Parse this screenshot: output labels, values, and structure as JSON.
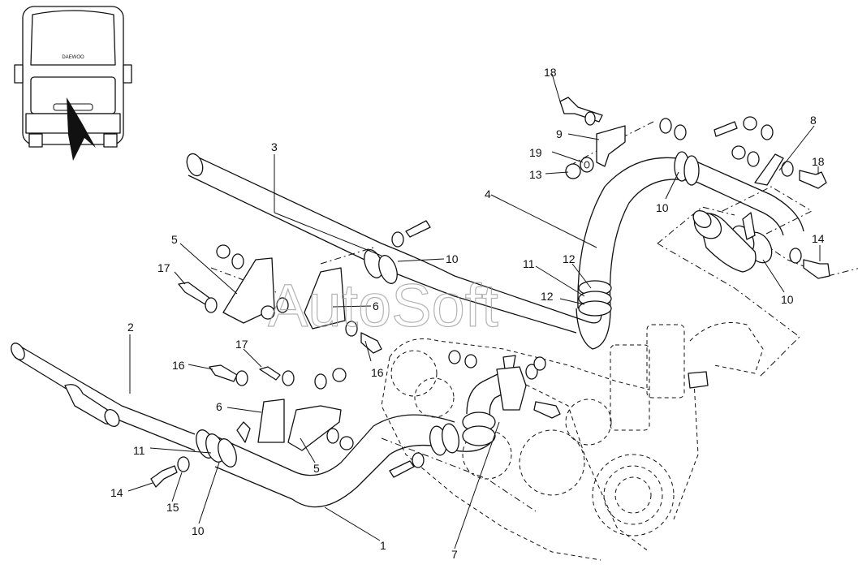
{
  "watermark": "AutoSoft",
  "locator": {
    "bus_badge": "DAEWOO",
    "arrow_direction": "view from rear"
  },
  "callouts": {
    "c1": "1",
    "c2": "2",
    "c3": "3",
    "c4": "4",
    "c5a": "5",
    "c5b": "5",
    "c6a": "6",
    "c6b": "6",
    "c7": "7",
    "c8": "8",
    "c9": "9",
    "c10a": "10",
    "c10b": "10",
    "c10c": "10",
    "c10d": "10",
    "c11a": "11",
    "c11b": "11",
    "c12a": "12",
    "c12b": "12",
    "c13": "13",
    "c14a": "14",
    "c14b": "14",
    "c15": "15",
    "c16a": "16",
    "c16b": "16",
    "c17a": "17",
    "c17b": "17",
    "c18a": "18",
    "c18b": "18",
    "c19": "19"
  }
}
